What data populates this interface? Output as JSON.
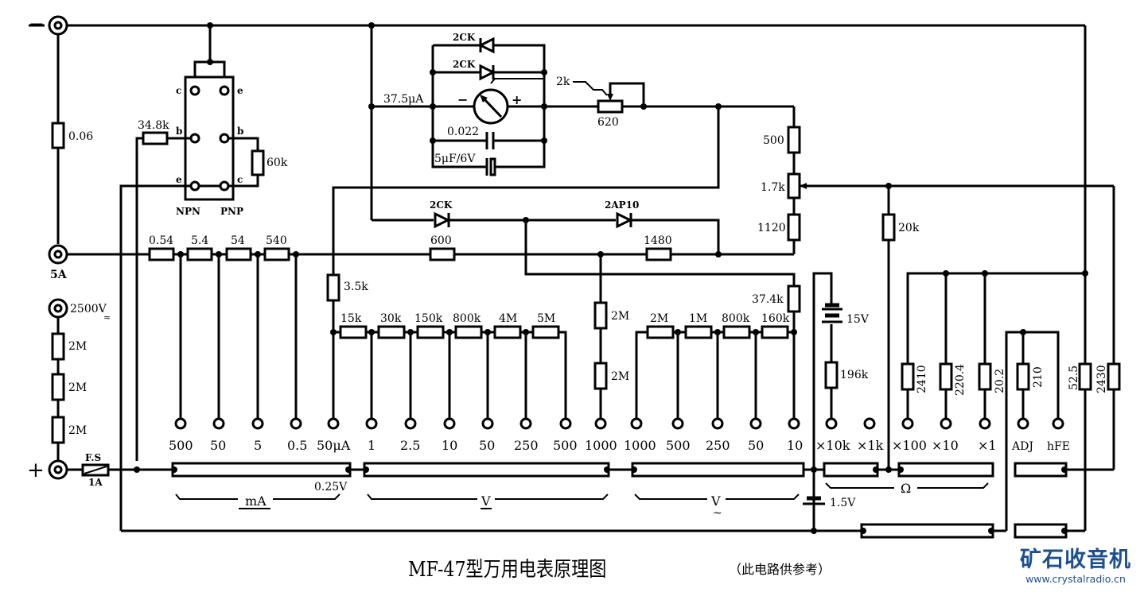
{
  "diagram": {
    "title": "MF-47型万用电表原理图",
    "subtitle": "（此电路供参考）",
    "logo": {
      "name": "矿石收音机",
      "url": "www.crystalradio.cn",
      "color": "#1d4f8f"
    }
  },
  "terminals": {
    "minus": "−",
    "plus": "+",
    "five_amp": "5A",
    "hv": "2500V",
    "hv_ac_mark": "≈"
  },
  "transistor_socket": {
    "npn": "NPN",
    "pnp": "PNP",
    "pins": {
      "c1": "c",
      "e1": "e",
      "b1": "b",
      "b2": "b",
      "e2": "e",
      "c2": "c"
    }
  },
  "meter": {
    "current": "37.5μA",
    "minus": "−",
    "plus": "+",
    "diode_top": "2CK",
    "diode_second": "2CK",
    "cap_small": "0.022",
    "cap_elec": "5μF/6V",
    "pot": "2k",
    "series": "620"
  },
  "components": {
    "shunt_5a": "0.06",
    "r_npn_base": "34.8k",
    "r_pnp_base": "60k",
    "hv_resistors": [
      "2M",
      "2M",
      "2M"
    ],
    "fuse": "F.S",
    "fuse_rating": "1A",
    "shunt_chain": [
      "0.54",
      "5.4",
      "54",
      "540"
    ],
    "r_600": "600",
    "r_1480": "1480",
    "diode_ac1": "2CK",
    "diode_ac2": "2AP10",
    "r_500": "500",
    "r_1_7k": "1.7k",
    "r_1120": "1120",
    "r_3_5k": "3.5k",
    "dcv_chain": [
      "15k",
      "30k",
      "150k",
      "800k",
      "4M",
      "5M"
    ],
    "r_1000v": [
      "2M",
      "2M"
    ],
    "acv_chain": [
      "2M",
      "1M",
      "800k",
      "160k"
    ],
    "r_37_4k": "37.4k",
    "r_20k": "20k",
    "battery_15v": "15V",
    "r_196k": "196k",
    "ohm_resistors": [
      "2410",
      "220.4",
      "20.2"
    ],
    "r_adj": "210",
    "r_52_5": "52.5",
    "r_2430": "2430",
    "battery_1_5v": "1.5V"
  },
  "range_labels": {
    "ma": [
      "500",
      "50",
      "5",
      "0.5",
      "50μA"
    ],
    "dcv": [
      "1",
      "2.5",
      "10",
      "50",
      "250",
      "500",
      "1000"
    ],
    "acv": [
      "1000",
      "500",
      "250",
      "50",
      "10"
    ],
    "ohm": [
      "×10k",
      "×1k",
      "×100",
      "×10",
      "×1"
    ],
    "other": [
      "ADJ",
      "hFE"
    ]
  },
  "groups": {
    "ma": "mA",
    "dcv": "V",
    "acv": "V",
    "acv_mark": "~",
    "ohm": "Ω",
    "v025": "0.25V"
  }
}
